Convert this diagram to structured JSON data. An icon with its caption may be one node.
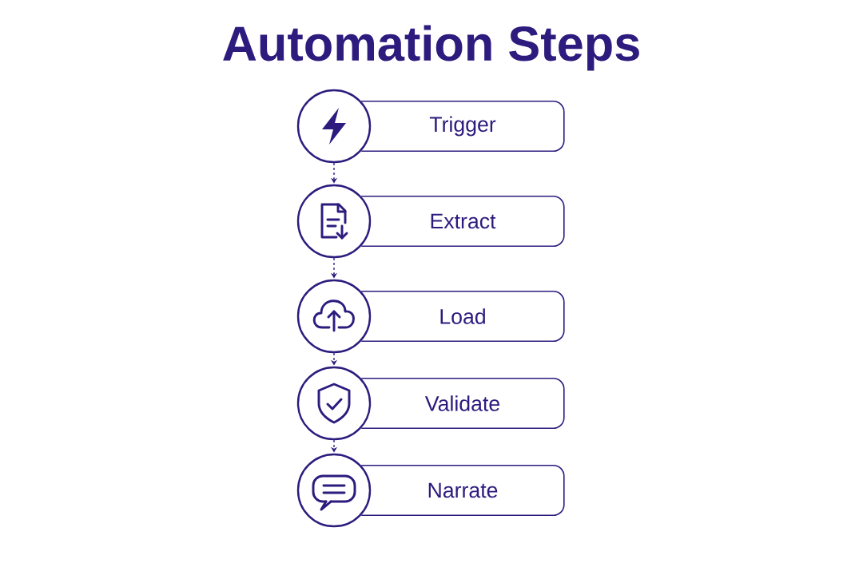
{
  "diagram": {
    "title": "Automation Steps",
    "nodes": [
      {
        "text": [],
        "shape": "circle"
      },
      {
        "text": [
          "Trigger"
        ]
      },
      {
        "text": [],
        "shape": "circle"
      },
      {
        "text": [
          "Extract"
        ]
      },
      {
        "text": [],
        "shape": "circle"
      },
      {
        "text": [
          "Load"
        ]
      },
      {
        "text": [],
        "shape": "circle"
      },
      {
        "text": [
          "Validate"
        ]
      },
      {
        "text": [],
        "shape": "circle"
      },
      {
        "text": [
          "Narrate"
        ]
      }
    ],
    "edges": [
      {
        "from": 0,
        "to": 2,
        "arrow": "to",
        "style": "dashed"
      },
      {
        "from": 2,
        "to": 4,
        "arrow": "to",
        "style": "dashed"
      },
      {
        "from": 4,
        "to": 6,
        "arrow": "to",
        "style": "dashed"
      },
      {
        "from": 6,
        "to": 8,
        "arrow": "to",
        "style": "dashed"
      }
    ]
  }
}
